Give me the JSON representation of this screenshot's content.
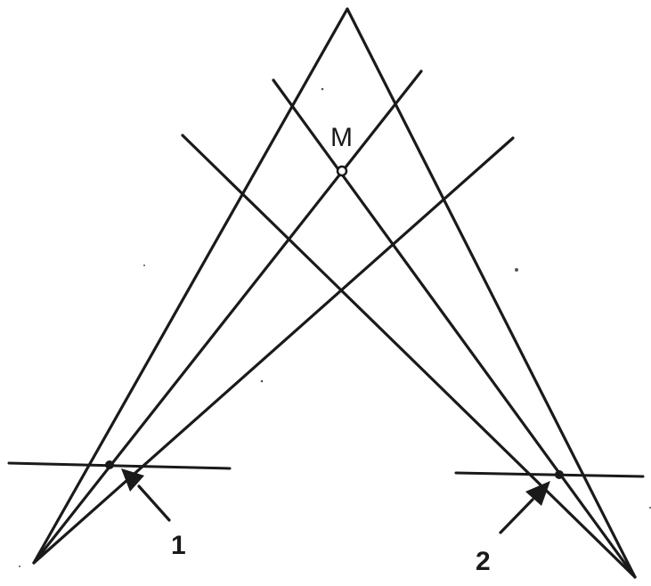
{
  "diagram": {
    "point_label": "M",
    "marker_1_label": "1",
    "marker_2_label": "2"
  }
}
